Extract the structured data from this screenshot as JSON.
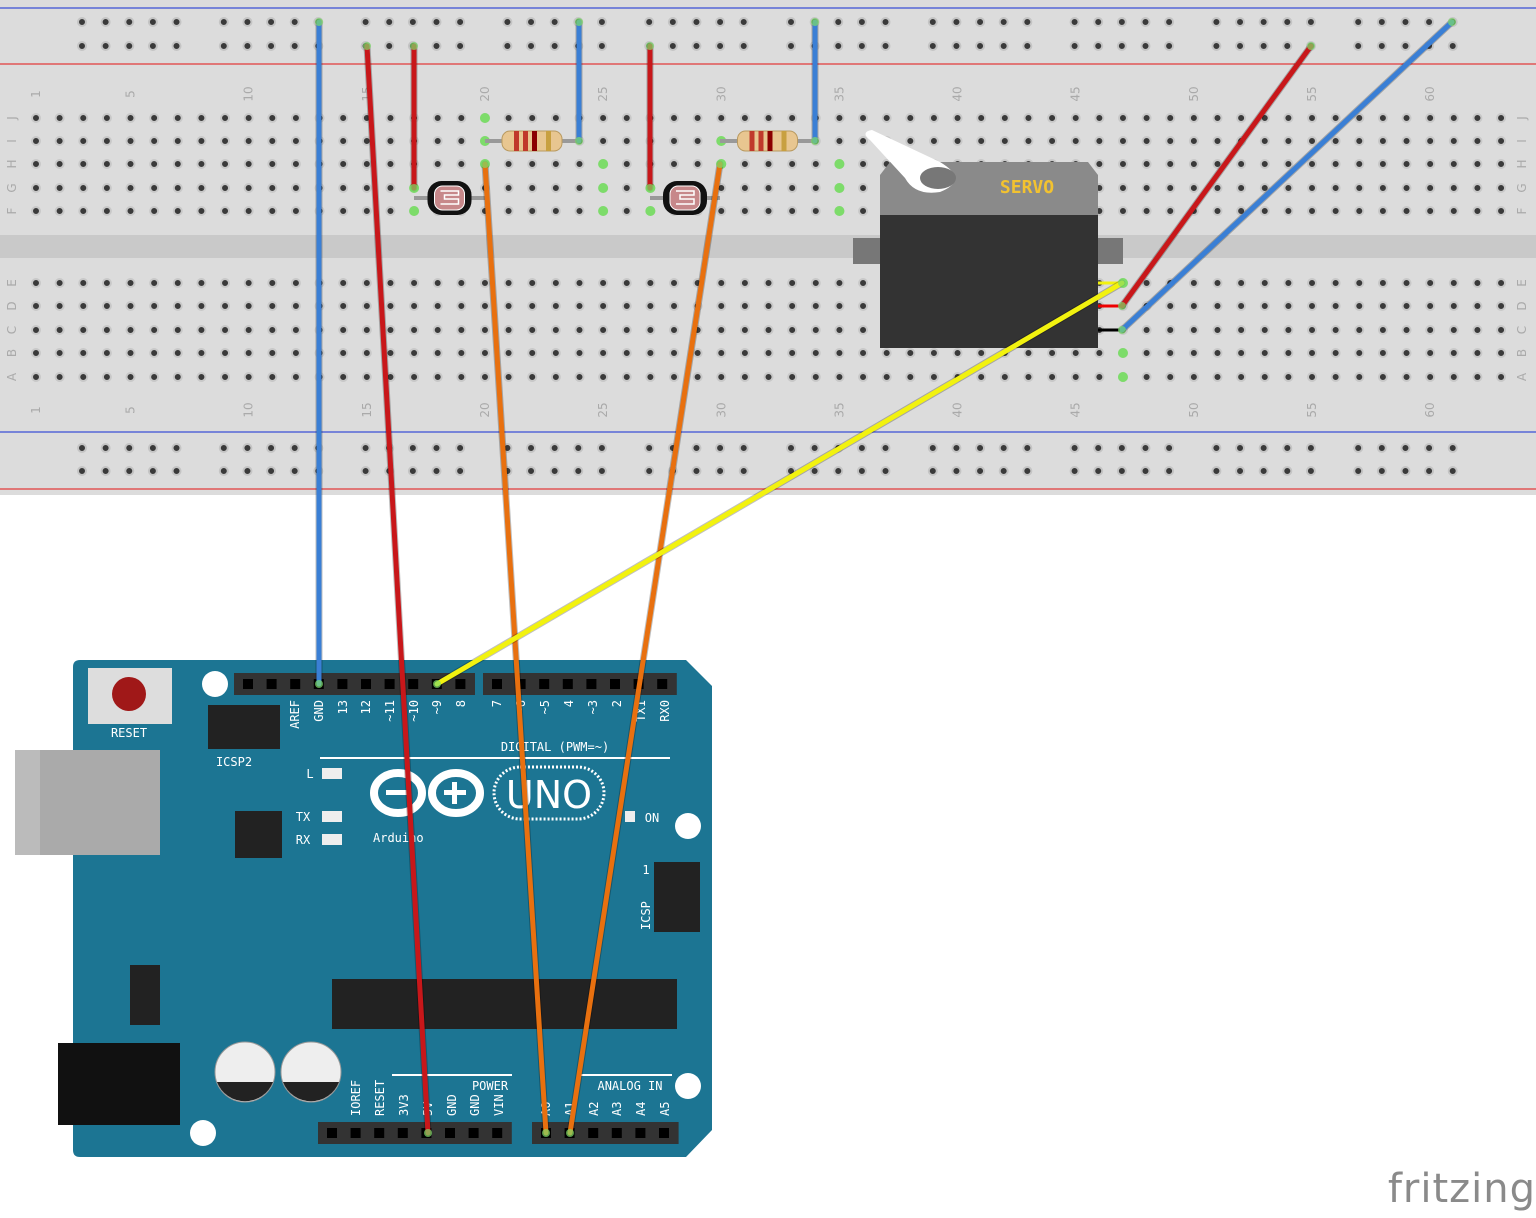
{
  "colors": {
    "breadboard": "#dcdcdc",
    "rail_red": "#e23b3b",
    "rail_blue": "#3b4fd6",
    "arduino_board": "#1c7593",
    "wire_red": "#c8171a",
    "wire_blue": "#3a7fd5",
    "wire_orange": "#e8700f",
    "wire_yellow": "#f2f20f",
    "servo_label": "#f2c230",
    "connected_hole": "#7ddc6a"
  },
  "breadboard": {
    "column_labels": [
      "1",
      "5",
      "10",
      "15",
      "20",
      "25",
      "30",
      "35",
      "40",
      "45",
      "50",
      "55",
      "60"
    ],
    "rows_top": [
      "J",
      "I",
      "H",
      "G",
      "F"
    ],
    "rows_bottom": [
      "E",
      "D",
      "C",
      "B",
      "A"
    ]
  },
  "servo": {
    "label": "SERVO"
  },
  "arduino": {
    "reset_label": "RESET",
    "icsp2_label": "ICSP2",
    "icsp_label": "ICSP",
    "icsp_pin1": "1",
    "digital_pins": [
      "AREF",
      "GND",
      "13",
      "12",
      "~11",
      "~10",
      "~9",
      "8",
      "7",
      "~6",
      "~5",
      "4",
      "~3",
      "2",
      "TX1",
      "RX0"
    ],
    "digital_label": "DIGITAL (PWM=~)",
    "led_l": "L",
    "led_tx": "TX",
    "led_rx": "RX",
    "led_on": "ON",
    "model": "UNO",
    "brand": "Arduino",
    "power_pins": [
      "IOREF",
      "RESET",
      "3V3",
      "5V",
      "GND",
      "GND",
      "VIN"
    ],
    "power_label": "POWER",
    "analog_pins": [
      "A0",
      "A1",
      "A2",
      "A3",
      "A4",
      "A5"
    ],
    "analog_label": "ANALOG IN"
  },
  "logo": "fritzing"
}
